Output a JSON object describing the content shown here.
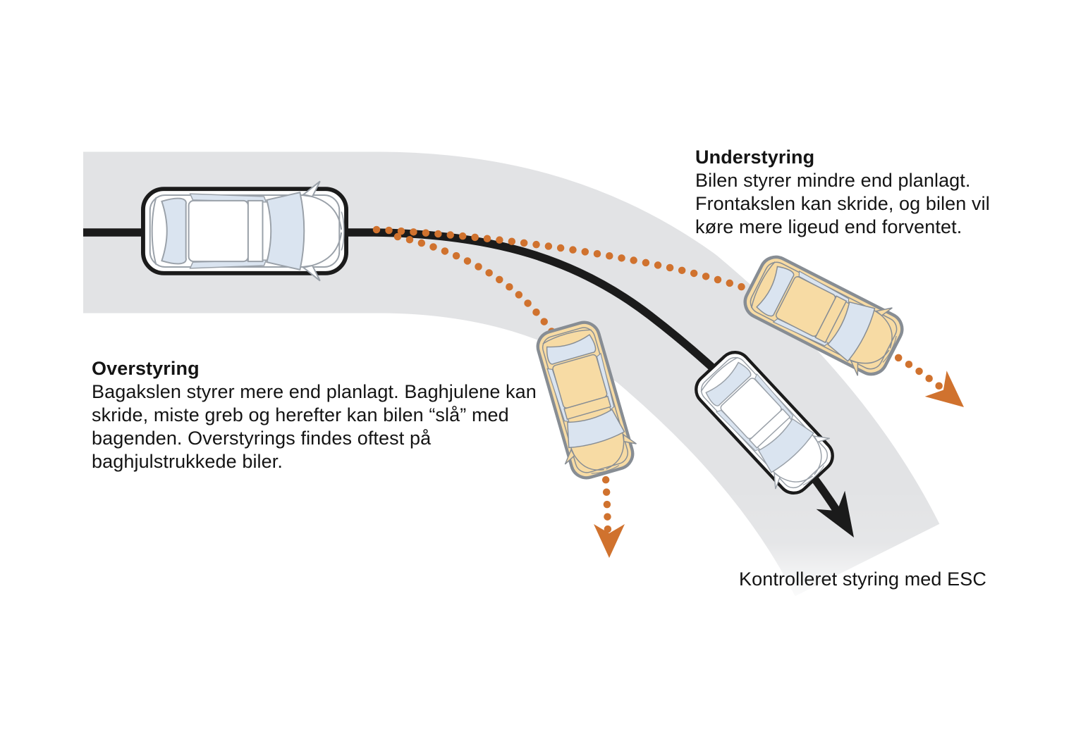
{
  "sections": {
    "understeer": {
      "title": "Understyring",
      "lines": [
        "Bilen styrer mindre end planlagt.",
        "Frontakslen kan skride, og bilen vil",
        "køre mere ligeud end forventet."
      ]
    },
    "oversteer": {
      "title": "Overstyring",
      "lines": [
        "Bagakslen styrer mere end planlagt. Baghjulene kan",
        "skride, miste greb og herefter kan bilen “slå” med",
        "bagenden. Overstyrings findes oftest på",
        "baghjulstrukkede biler."
      ]
    },
    "esc_caption": "Kontrolleret styring med ESC"
  },
  "diagram": {
    "road": "curved road, top view, 90-degree right bend",
    "paths": [
      {
        "name": "esc-controlled-path",
        "style": "solid black line with arrowhead"
      },
      {
        "name": "understeer-path",
        "style": "orange dotted line with arrowhead"
      },
      {
        "name": "oversteer-path",
        "style": "orange dotted line with arrowhead"
      }
    ],
    "cars": [
      {
        "name": "car-planned",
        "body": "white",
        "position": "on straight road, driving right"
      },
      {
        "name": "car-oversteer",
        "body": "tan",
        "position": "sliding off inside of curve, rotated into turn"
      },
      {
        "name": "car-esc-controlled",
        "body": "white",
        "position": "following curve on black path"
      },
      {
        "name": "car-understeer",
        "body": "tan",
        "position": "running wide off outside of curve"
      }
    ]
  },
  "colors": {
    "bg": "#ffffff",
    "road": "#e2e3e5",
    "path_black": "#1b1b1b",
    "orange": "#d0722e",
    "tan": "#f7dba4",
    "white_body": "#ffffff",
    "window": "#dae4f0",
    "outline_dark": "#1b1b1b",
    "outline_gray": "#878d94",
    "detail": "#9aa1a9",
    "text": "#141414"
  }
}
